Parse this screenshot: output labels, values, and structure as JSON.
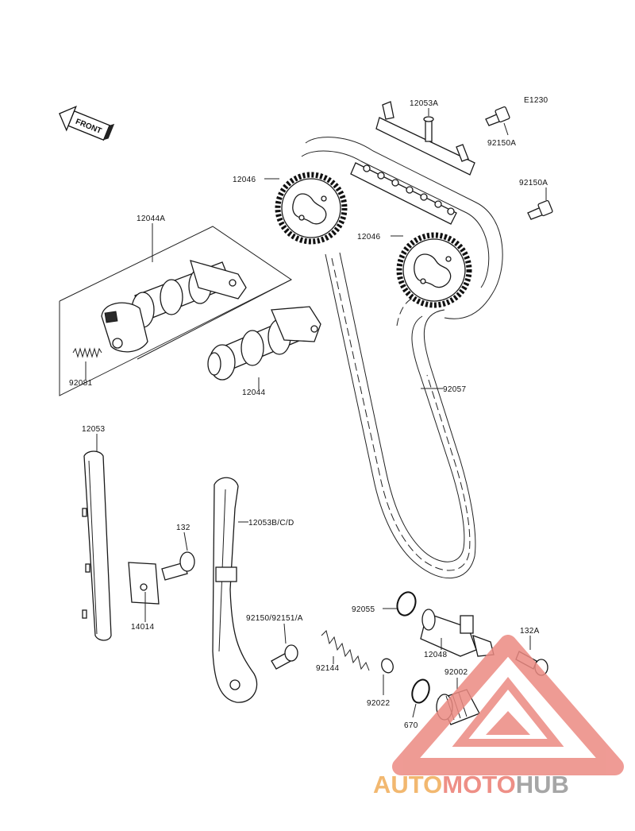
{
  "diagram_code": "E1230",
  "front_label": "FRONT",
  "callouts": {
    "p12053A": "12053A",
    "p92150A_top": "92150A",
    "p92150A_right": "92150A",
    "p12046_left": "12046",
    "p12046_right": "12046",
    "p12044A": "12044A",
    "p92081": "92081",
    "p12044": "12044",
    "p92057": "92057",
    "p12053": "12053",
    "p132": "132",
    "p12053BCD": "12053B/C/D",
    "p14014": "14014",
    "p92055": "92055",
    "p92150_92151A": "92150/92151/A",
    "p12048": "12048",
    "p132A": "132A",
    "p92144": "92144",
    "p92002": "92002",
    "p92022": "92022",
    "p670": "670"
  },
  "watermark": {
    "part1": "AUTO",
    "part2": "MOTO",
    "part3": "HUB",
    "color1": "#f2b870",
    "color2": "#ee8f86",
    "color3": "#a6a6a6",
    "triangle_color": "#ec8a82"
  }
}
